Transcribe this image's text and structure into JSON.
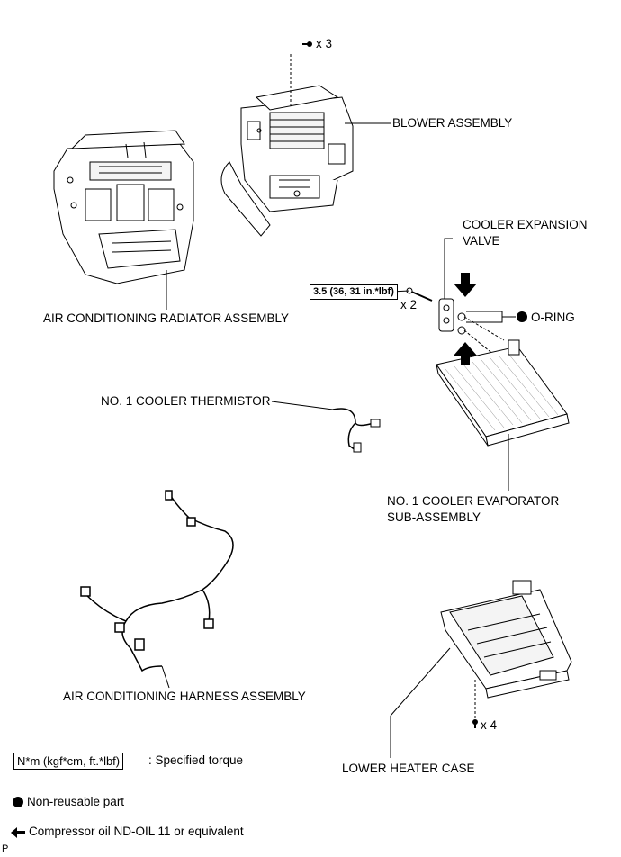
{
  "labels": {
    "blower_qty": "x 3",
    "blower": "BLOWER ASSEMBLY",
    "radiator": "AIR CONDITIONING RADIATOR ASSEMBLY",
    "expansion_valve_line1": "COOLER EXPANSION",
    "expansion_valve_line2": "VALVE",
    "torque_spec": "3.5 (36, 31 in.*lbf)",
    "bolt_qty": "x 2",
    "o_ring": "O-RING",
    "thermistor": "NO. 1 COOLER THERMISTOR",
    "evaporator_line1": "NO. 1 COOLER EVAPORATOR",
    "evaporator_line2": "SUB-ASSEMBLY",
    "harness": "AIR CONDITIONING HARNESS ASSEMBLY",
    "heater_case_qty": "x 4",
    "heater_case": "LOWER HEATER CASE"
  },
  "legend": {
    "torque_unit": "N*m (kgf*cm, ft.*lbf)",
    "torque_desc": ": Specified torque",
    "nonreusable": "Non-reusable part",
    "compressor_oil": "Compressor oil ND-OIL 11 or equivalent"
  },
  "corner_mark": "P",
  "icons": {
    "nonreusable": "filled-circle-icon",
    "compressor_oil": "oil-arrow-icon",
    "screw": "screw-icon"
  }
}
